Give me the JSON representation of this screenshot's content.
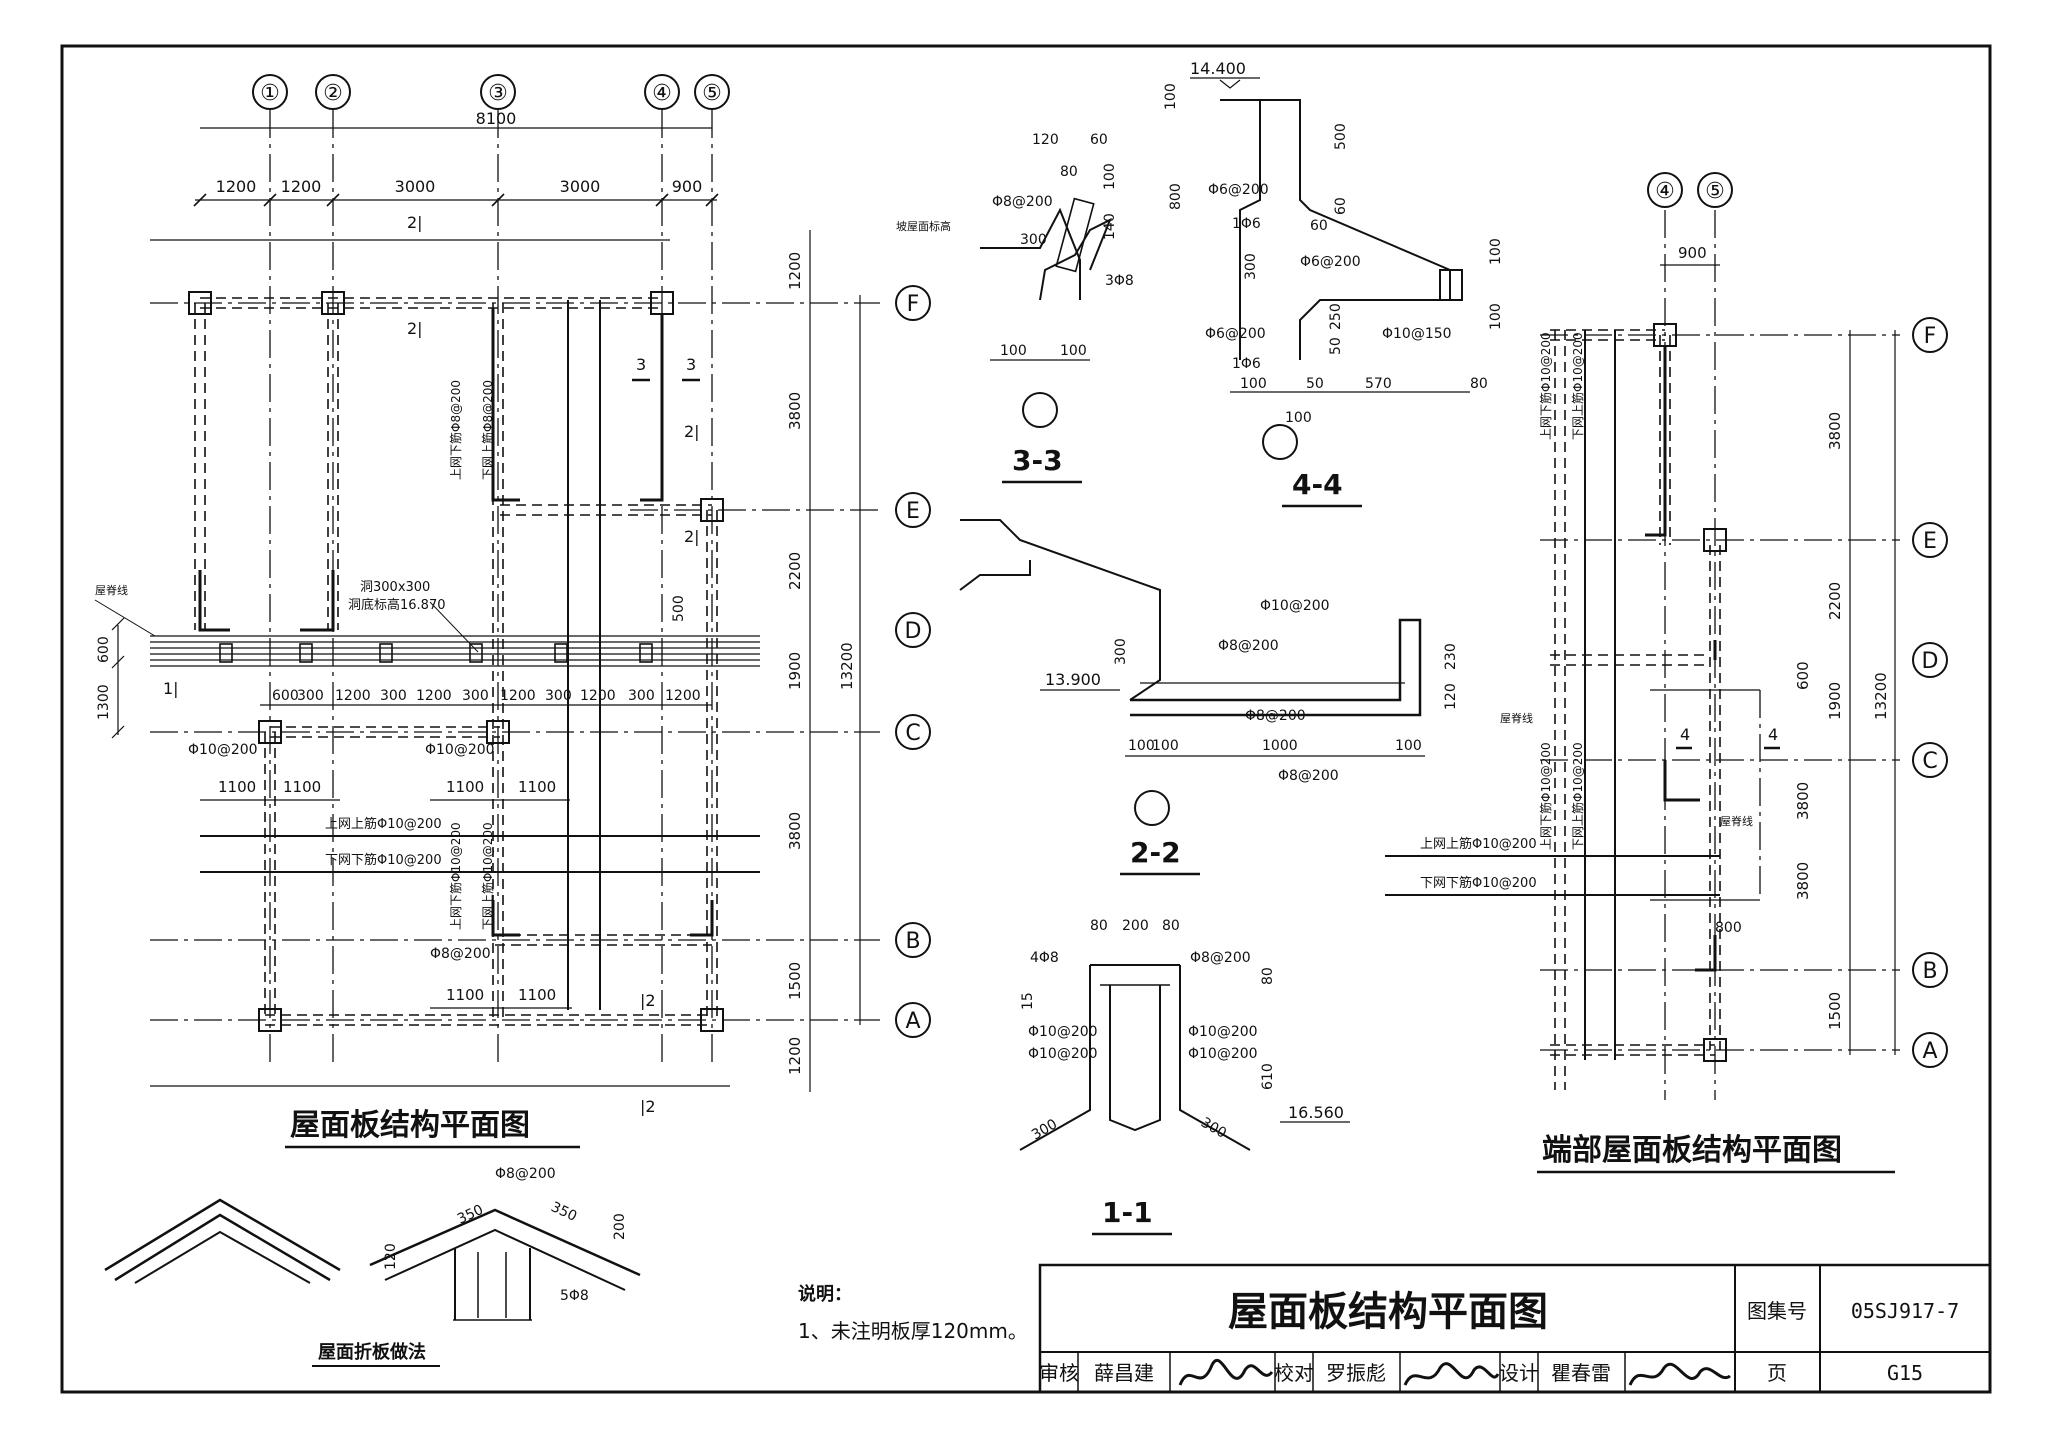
{
  "plan_main": {
    "title": "屋面板结构平面图",
    "axes_num": [
      "①",
      "②",
      "③",
      "④",
      "⑤"
    ],
    "axes_let": [
      "F",
      "E",
      "D",
      "C",
      "B",
      "A"
    ],
    "total_width": "8100",
    "bays": [
      "1200",
      "1200",
      "3000",
      "3000",
      "900"
    ],
    "right_dims": [
      "1200",
      "3800",
      "2200",
      "1900",
      "3800",
      "1500",
      "1200"
    ],
    "total_height": "13200",
    "left_dims": [
      "600",
      "1300"
    ],
    "opening": "洞300x300",
    "opening_level": "洞底标高16.870",
    "ridge": "屋脊线",
    "strip_dims": [
      "600",
      "300",
      "1200",
      "300",
      "1200",
      "300",
      "1200",
      "300",
      "1200",
      "300",
      "1200"
    ],
    "d500": "500",
    "rebar_c1": "Φ10@200",
    "rebar_c2": "Φ10@200",
    "len_1100": "1100",
    "top_bar": "上网上筋Φ10@200",
    "bot_bar": "下网下筋Φ10@200",
    "rebar_b": "Φ8@200",
    "v1": "上网下筋Φ8@200",
    "v2": "下网上筋Φ8@200",
    "v3": "上网下筋Φ10@200",
    "v4": "下网上筋Φ10@200",
    "sec2": "2|",
    "sec1": "1|",
    "sec2b": "|2",
    "sec3": "3"
  },
  "sec33": {
    "title": "3-3",
    "d120": "120",
    "d60": "60",
    "d80": "80",
    "d100": "100",
    "d140": "140",
    "r1": "Φ8@200",
    "r2": "3Φ8",
    "label": "坡屋面标高",
    "d300": "300"
  },
  "sec44": {
    "title": "4-4",
    "level": "14.400",
    "d100": "100",
    "d500": "500",
    "d800": "800",
    "d60": "60",
    "d300": "300",
    "d250": "250",
    "d50": "50",
    "d570": "570",
    "d80": "80",
    "r1": "Φ6@200",
    "r2": "1Φ6",
    "r3": "Φ6@200",
    "r4": "Φ6@200",
    "r5": "1Φ6",
    "r6": "Φ10@150"
  },
  "sec22": {
    "title": "2-2",
    "level": "13.900",
    "r1": "Φ10@200",
    "r2": "Φ8@200",
    "r3": "Φ8@200",
    "r4": "Φ8@200",
    "d300": "300",
    "d230": "230",
    "d120": "120",
    "d100": "100",
    "d1000": "1000"
  },
  "sec11": {
    "title": "1-1",
    "d80": "80",
    "d200": "200",
    "r48": "4Φ8",
    "r_top": "Φ8@200",
    "d15": "15",
    "rl": "Φ10@200",
    "rr": "Φ10@200",
    "d610": "610",
    "d300": "300",
    "level": "16.560"
  },
  "plan_end": {
    "title": "端部屋面板结构平面图",
    "d900": "900",
    "dims": [
      "3800",
      "2200",
      "1900",
      "3800",
      "3800",
      "1500"
    ],
    "d600": "600",
    "total": "13200",
    "d800": "800",
    "ridge1": "屋脊线",
    "ridge2": "屋脊线",
    "top_bar": "上网上筋Φ10@200",
    "bot_bar": "下网下筋Φ10@200",
    "v1": "上网下筋Φ10@200",
    "v2": "下网上筋Φ10@200",
    "v3": "上网下筋Φ10@200",
    "v4": "下网上筋Φ10@200",
    "sec4": "4"
  },
  "fold": {
    "title": "屋面折板做法",
    "d350a": "350",
    "d350b": "350",
    "d200": "200",
    "d120": "120",
    "r1": "Φ8@200",
    "r2": "5Φ8"
  },
  "notes": {
    "head": "说明：",
    "item": "1、未注明板厚120mm。"
  },
  "title_block": {
    "title": "屋面板结构平面图",
    "atlas_label": "图集号",
    "atlas": "05SJ917-7",
    "page_label": "页",
    "page": "G15",
    "review": "审核",
    "reviewer": "薛昌建",
    "check": "校对",
    "checker": "罗振彪",
    "design": "设计",
    "designer": "瞿春雷"
  }
}
